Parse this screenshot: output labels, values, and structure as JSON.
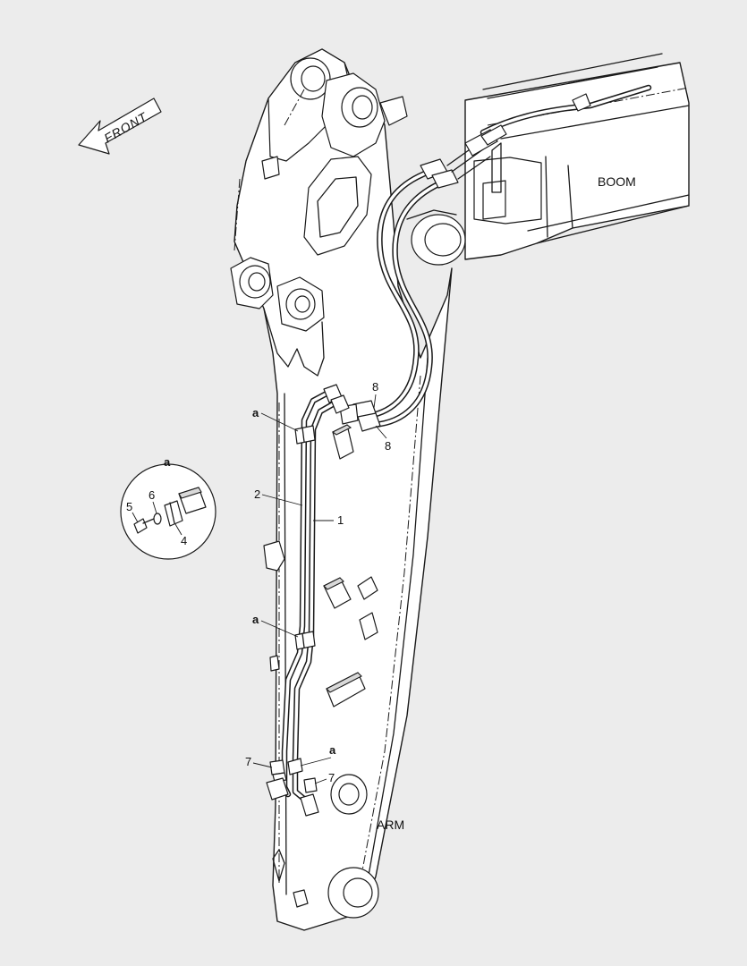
{
  "labels": {
    "front": "FRONT",
    "boom": "BOOM",
    "arm": "ARM"
  },
  "callouts": {
    "c1": "1",
    "c2": "2",
    "c4": "4",
    "c5": "5",
    "c6": "6",
    "c7a": "7",
    "c7b": "7",
    "c8a": "8",
    "c8b": "8",
    "a_detail": "a",
    "a1": "a",
    "a2": "a",
    "a3": "a"
  },
  "colors": {
    "background": "#ececec",
    "line": "#1a1a1a",
    "fill": "#ffffff"
  }
}
